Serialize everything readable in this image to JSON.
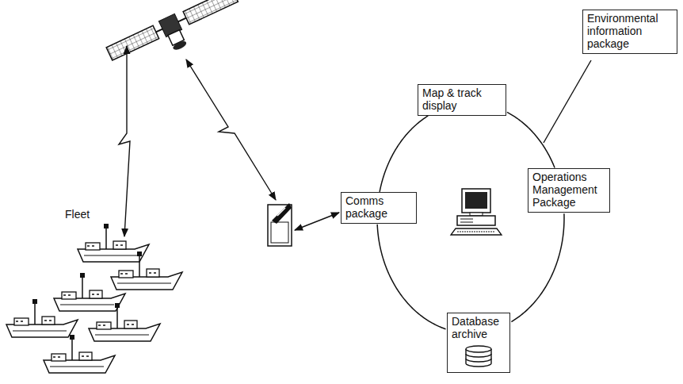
{
  "diagram": {
    "nodes": [
      {
        "text": [
          "Map & track display"
        ]
      },
      {
        "text": [
          "Environmental information package"
        ]
      },
      {
        "text": [
          "Operations Management Package"
        ]
      },
      {
        "text": [
          "Comms package"
        ]
      },
      {
        "text": [
          "Database archive"
        ]
      }
    ],
    "edges": [
      {
        "from": 0,
        "to": 2,
        "arrow": "none"
      },
      {
        "from": 2,
        "to": 4,
        "arrow": "none"
      },
      {
        "from": 4,
        "to": 3,
        "arrow": "none"
      },
      {
        "from": 3,
        "to": 0,
        "arrow": "none"
      }
    ],
    "labels": [
      "Fleet"
    ]
  }
}
